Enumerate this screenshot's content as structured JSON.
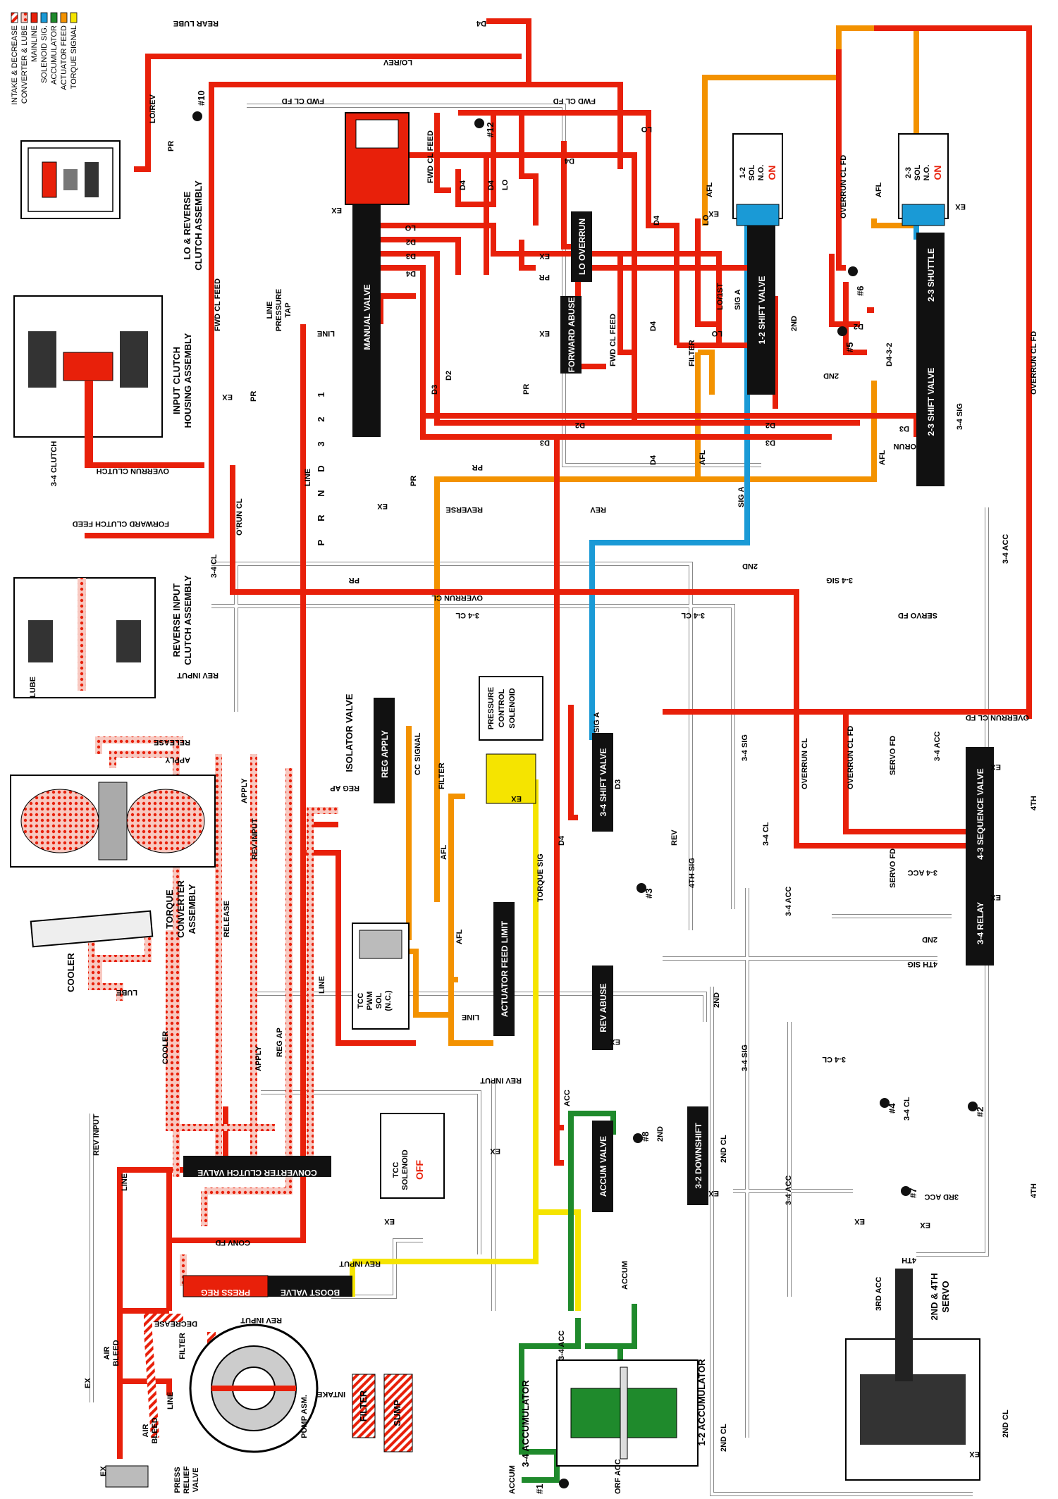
{
  "legend": {
    "items": [
      {
        "label": "INTAKE & DECREASE",
        "color": "#e8200a",
        "pattern": "hatch"
      },
      {
        "label": "CONVERTER & LUBE",
        "color": "#e8200a",
        "pattern": "dots"
      },
      {
        "label": "MAINLINE",
        "color": "#e8200a",
        "pattern": "solid"
      },
      {
        "label": "SOLENOID SIG.",
        "color": "#1a9ad6",
        "pattern": "solid"
      },
      {
        "label": "ACCUMULATOR",
        "color": "#1f8a2c",
        "pattern": "solid"
      },
      {
        "label": "ACTUATOR FEED",
        "color": "#f39200",
        "pattern": "solid"
      },
      {
        "label": "TORQUE SIGNAL",
        "color": "#f5e400",
        "pattern": "solid"
      }
    ]
  },
  "assemblies": {
    "lo_reverse": [
      "LO & REVERSE",
      "CLUTCH ASSEMBLY"
    ],
    "input_clutch": [
      "INPUT CLUTCH",
      "HOUSING ASSEMBLY"
    ],
    "reverse_input": [
      "REVERSE INPUT",
      "CLUTCH ASSEMBLY"
    ],
    "torque_converter": [
      "TORQUE",
      "CONVERTER",
      "ASSEMBLY"
    ],
    "cooler": "COOLER",
    "accum_34": "3-4 ACCUMULATOR",
    "accum_12": "1-2 ACCUMULATOR",
    "servo": [
      "2ND & 4TH",
      "SERVO"
    ],
    "pressure_control": [
      "PRESSURE",
      "CONTROL",
      "SOLENOID"
    ],
    "pump": "PUMP ASM.",
    "press_relief": [
      "PRESS",
      "RELIEF",
      "VALVE"
    ],
    "air_bleed_top": [
      "AIR",
      "BLEED"
    ],
    "air_bleed_bottom": [
      "AIR",
      "BLEED"
    ],
    "filter": "FILTER",
    "sump": "SUMP",
    "intake": "INTAKE",
    "line_pressure_tap": [
      "LINE",
      "PRESSURE",
      "TAP"
    ]
  },
  "solenoids": {
    "sol12": {
      "lines": [
        "1-2",
        "SOL",
        "N.O."
      ],
      "state": "ON"
    },
    "sol23": {
      "lines": [
        "2-3",
        "SOL",
        "N.O."
      ],
      "state": "ON"
    },
    "tcc": {
      "lines": [
        "TCC",
        "SOLENOID"
      ],
      "state": "OFF"
    },
    "tcc_pwm": [
      "TCC",
      "PWM",
      "SOL",
      "(N.C.)"
    ]
  },
  "valves": {
    "manual": "MANUAL VALVE",
    "shift12": "1-2 SHIFT VALVE",
    "shift23": "2-3 SHIFT VALVE",
    "shuttle23": "2-3 SHUTTLE",
    "lo_overrun": "LO OVERRUN",
    "forward_abuse": "FORWARD ABUSE",
    "reg_apply": "REG APPLY",
    "isolator": "ISOLATOR VALVE",
    "shift34": "3-4 SHIFT VALVE",
    "sequence43": "4-3 SEQUENCE VALVE",
    "relay34": "3-4 RELAY",
    "actuator_feed_limit": "ACTUATOR FEED LIMIT",
    "rev_abuse": "REV ABUSE",
    "downshift32": "3-2 DOWNSHIFT",
    "accum_valve": "ACCUM VALVE",
    "converter_clutch": "CONVERTER CLUTCH VALVE",
    "press_reg": "PRESS REG",
    "boost": "BOOST VALVE"
  },
  "gear_positions": [
    "P",
    "R",
    "N",
    "D",
    "3",
    "2",
    "1"
  ],
  "passages": {
    "rear_lube": "REAR LUBE",
    "d4": "D4",
    "lo_rev": "LO/REV",
    "fwd_cl_fd": "FWD CL FD",
    "lo": "LO",
    "fwd_cl_feed": "FWD CL FEED",
    "pr": "PR",
    "ex": "EX",
    "d2": "D2",
    "d3": "D3",
    "line": "LINE",
    "afl": "AFL",
    "overrun_cl_fd": "OVERRUN CL FD",
    "sig_a": "SIG A",
    "lo_1st": "LO/1ST",
    "second": "2ND",
    "d432": "D4-3-2",
    "oprun": "ORUN",
    "sig34": "3-4 SIG",
    "orun_cl": "O'RUN CL",
    "overrun_clutch": "OVERRUN CLUTCH",
    "forward_clutch_feed": "FORWARD CLUTCH FEED",
    "clutch34": "3-4 CLUTCH",
    "cl34": "3-4 CL",
    "reverse": "REVERSE",
    "rev": "REV",
    "overrun_cl": "OVERRUN CL",
    "acc34": "3-4 ACC",
    "servo_fd": "SERVO FD",
    "rev_input": "REV INPUT",
    "lube": "LUBE",
    "release": "RELEASE",
    "apply": "APPLY",
    "reg_ap": "REG AP",
    "cc_signal": "CC SIGNAL",
    "filter": "FILTER",
    "sig4th": "4TH SIG",
    "fourth": "4TH",
    "torque_sig": "TORQUE SIG",
    "cooler": "COOLER",
    "conv_fd": "CONV FD",
    "decrease": "DECREASE",
    "accum": "ACCUM",
    "acc": "ACC",
    "orf_acc": "ORF ACC",
    "second_cl": "2ND CL",
    "third_acc": "3RD ACC",
    "acc34b": "3-4 ACC"
  },
  "checkballs": [
    "#10",
    "#12",
    "#6",
    "#5",
    "#3",
    "#8",
    "#4",
    "#2",
    "#7",
    "#1"
  ],
  "colors": {
    "red": "#e8200a",
    "blue": "#1a9ad6",
    "green": "#1f8a2c",
    "orange": "#f39200",
    "yellow": "#f5e400",
    "black": "#111111"
  }
}
